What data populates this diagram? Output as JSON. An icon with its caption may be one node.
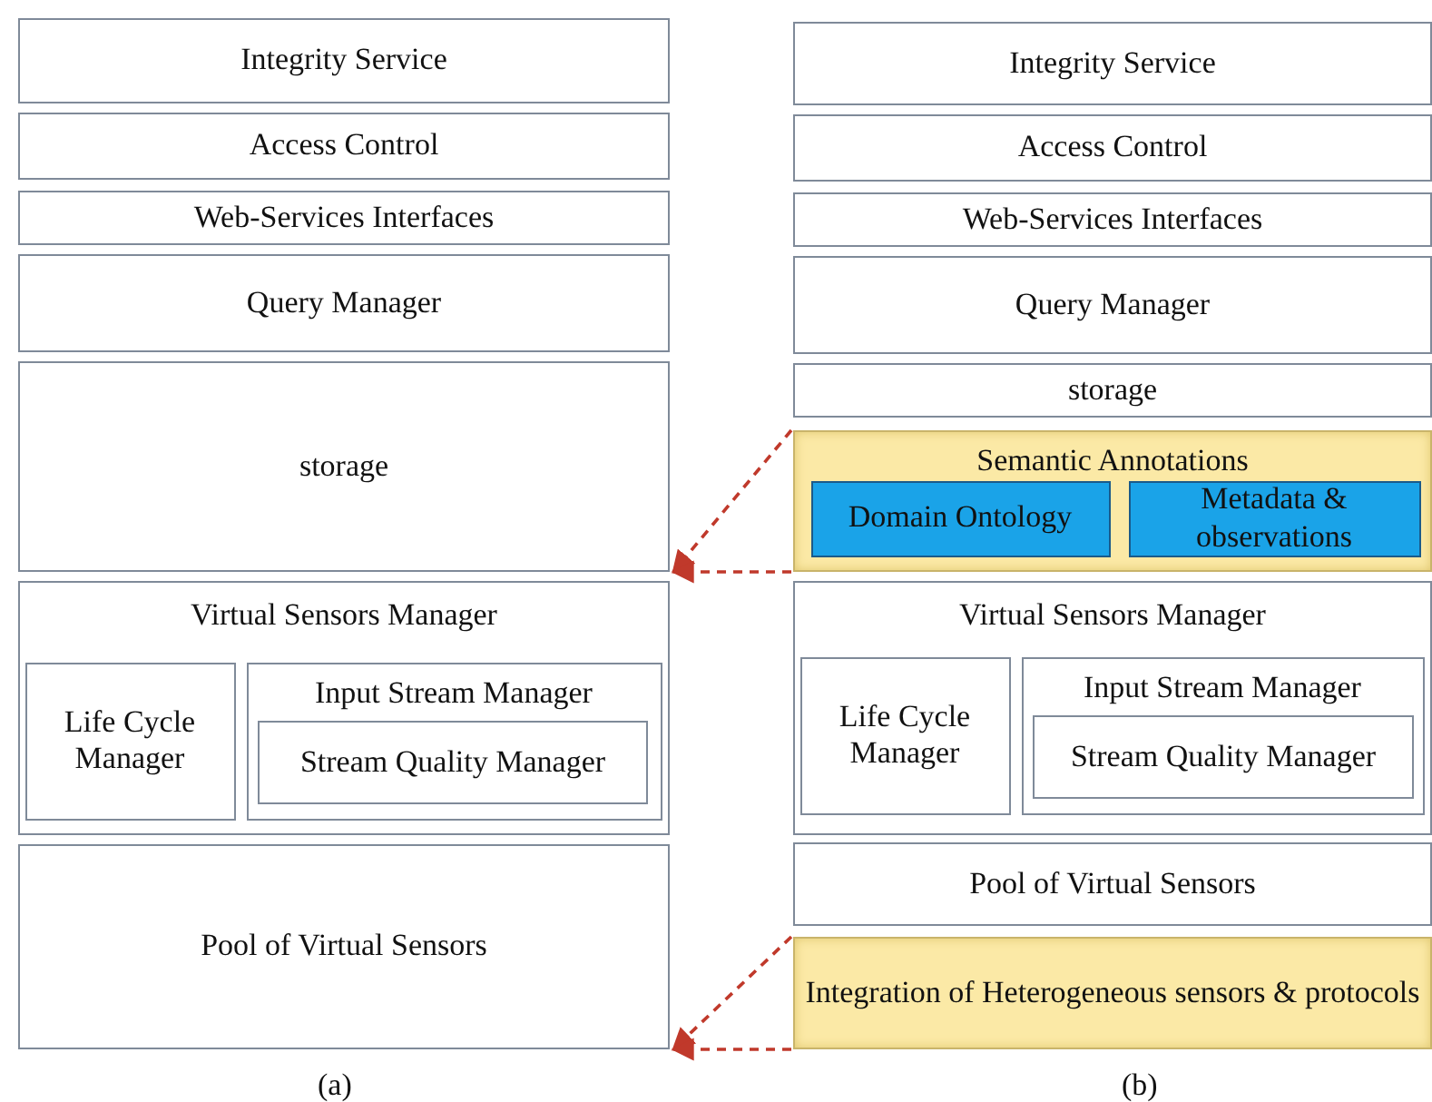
{
  "diagram": {
    "nodes": [
      {
        "text": [
          "Integrity Service"
        ]
      },
      {
        "text": [
          "Access Control"
        ]
      },
      {
        "text": [
          "Web-Services Interfaces"
        ]
      },
      {
        "text": [
          "Query Manager"
        ]
      },
      {
        "text": [
          "storage"
        ]
      },
      {
        "text": [
          "Virtual Sensors Manager"
        ]
      },
      {
        "text": [
          "Life Cycle Manager"
        ],
        "in": 5
      },
      {
        "text": [
          "Input Stream Manager"
        ],
        "in": 5
      },
      {
        "text": [
          "Stream Quality Manager"
        ],
        "in": 7
      },
      {
        "text": [
          "Pool of Virtual Sensors"
        ]
      },
      {
        "text": [
          "Integrity Service"
        ]
      },
      {
        "text": [
          "Access Control"
        ]
      },
      {
        "text": [
          "Web-Services Interfaces"
        ]
      },
      {
        "text": [
          "Query Manager"
        ]
      },
      {
        "text": [
          "storage"
        ]
      },
      {
        "text": [
          "Semantic Annotations"
        ]
      },
      {
        "text": [
          "Domain Ontology"
        ],
        "in": 15
      },
      {
        "text": [
          "Metadata & observations"
        ],
        "in": 15
      },
      {
        "text": [
          "Virtual Sensors Manager"
        ]
      },
      {
        "text": [
          "Life Cycle Manager"
        ],
        "in": 18
      },
      {
        "text": [
          "Input Stream Manager"
        ],
        "in": 18
      },
      {
        "text": [
          "Stream Quality Manager"
        ],
        "in": 20
      },
      {
        "text": [
          "Pool of Virtual Sensors"
        ]
      },
      {
        "text": [
          "Integration of Heterogeneous sensors & protocols"
        ]
      }
    ],
    "edges": [
      {
        "from": 15,
        "to": 4,
        "arrow": "to",
        "style": "dashed"
      },
      {
        "from": 15,
        "to": 4,
        "arrow": "to",
        "style": "dashed"
      },
      {
        "from": 23,
        "to": 9,
        "arrow": "to",
        "style": "dashed"
      },
      {
        "from": 23,
        "to": 9,
        "arrow": "to",
        "style": "dashed"
      }
    ],
    "labels": [
      "(a)",
      "(b)"
    ]
  }
}
